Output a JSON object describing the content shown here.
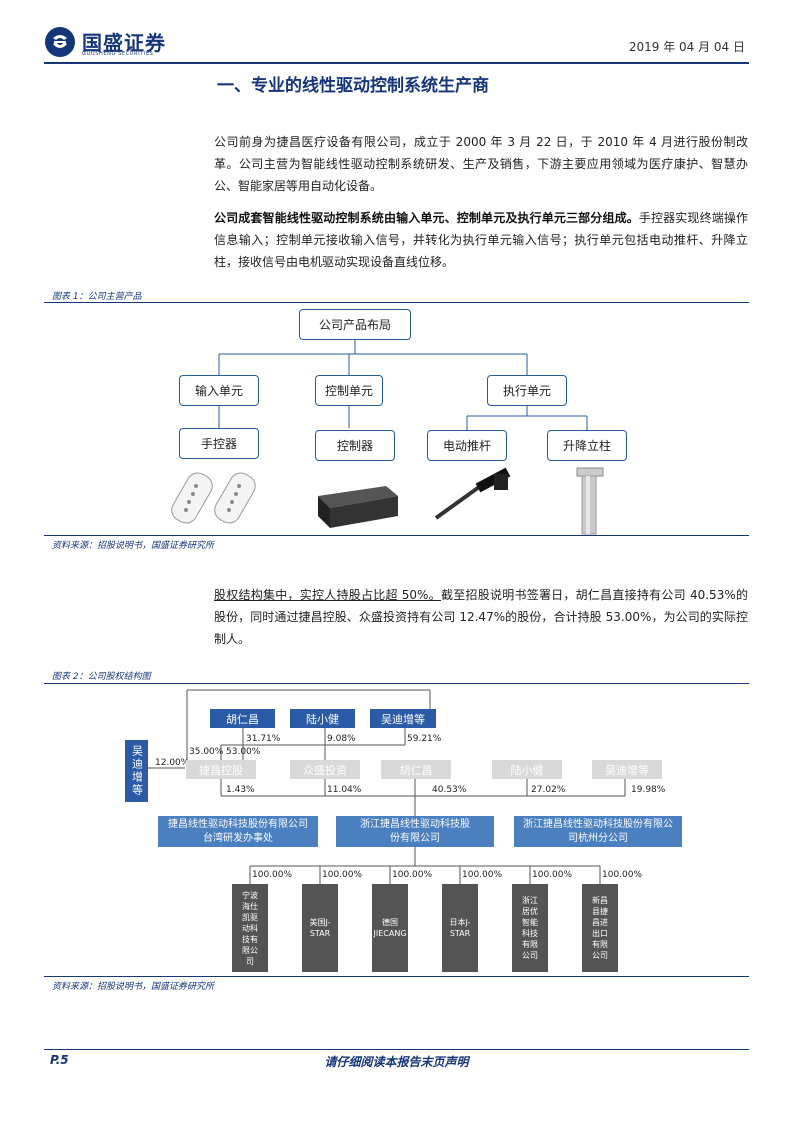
{
  "header": {
    "brand_name": "国盛证券",
    "brand_subtitle": "GUOSHENG SECURITIES",
    "date": "2019 年 04 月 04 日"
  },
  "section": {
    "title": "一、专业的线性驱动控制系统生产商",
    "para1": "公司前身为捷昌医疗设备有限公司，成立于 2000 年 3 月 22 日，于 2010 年 4 月进行股份制改革。公司主营为智能线性驱动控制系统研发、生产及销售，下游主要应用领域为医疗康护、智慧办公、智能家居等用自动化设备。",
    "para2_bold": "公司成套智能线性驱动控制系统由输入单元、控制单元及执行单元三部分组成。",
    "para2_rest": "手控器实现终端操作信息输入；控制单元接收输入信号，并转化为执行单元输入信号；执行单元包括电动推杆、升降立柱，接收信号由电机驱动实现设备直线位移。",
    "para3_u": "股权结构集中，实控人持股占比超 50%。",
    "para3_rest": "截至招股说明书签署日，胡仁昌直接持有公司 40.53%的股份，同时通过捷昌控股、众盛投资持有公司 12.47%的股份，合计持股 53.00%，为公司的实际控制人。"
  },
  "figure1": {
    "title": "图表 1：公司主营产品",
    "root": "公司产品布局",
    "units": [
      "输入单元",
      "控制单元",
      "执行单元"
    ],
    "products": [
      "手控器",
      "控制器",
      "电动推杆",
      "升降立柱"
    ],
    "source": "资料来源：招股说明书，国盛证券研究所"
  },
  "figure2": {
    "title": "图表 2：公司股权结构图",
    "top_people": [
      "胡仁昌",
      "陆小健",
      "吴迪增等"
    ],
    "side_person": "吴迪增等",
    "holders": [
      "捷昌控股",
      "众盛投资",
      "胡仁昌",
      "陆小健",
      "吴迪增等"
    ],
    "pct_labels": {
      "p1": "31.71%",
      "p2": "9.08%",
      "p3": "59.21%",
      "p4": "35.00%",
      "p5": "53.00%",
      "p6": "12.00%",
      "p7": "1.43%",
      "p8": "11.04%",
      "p9": "40.53%",
      "p10": "27.02%",
      "p11": "19.98%"
    },
    "company_left": "捷昌线性驱动科技股份有限公司台湾研发办事处",
    "company_main": "浙江捷昌线性驱动科技股份有限公司",
    "company_right": "浙江捷昌线性驱动科技股份有限公司杭州分公司",
    "sub_pct": [
      "100.00%",
      "100.00%",
      "100.00%",
      "100.00%",
      "100.00%",
      "100.00%"
    ],
    "subsidiaries": [
      "宁波海仕凯驱动科技有限公司",
      "美国J-STAR",
      "德国JIECANG",
      "日本J-STAR",
      "浙江居优智能科技有限公司",
      "新昌县捷昌进出口有限公司"
    ],
    "source": "资料来源：招股说明书，国盛证券研究所"
  },
  "footer": {
    "page": "P.5",
    "disclaimer": "请仔细阅读本报告末页声明"
  },
  "colors": {
    "brand_blue": "#16367a",
    "box_blue": "#2b5ba7",
    "mid_blue": "#4a7fc0",
    "gray_box": "#d9d9d9",
    "sub_box": "#545454"
  }
}
